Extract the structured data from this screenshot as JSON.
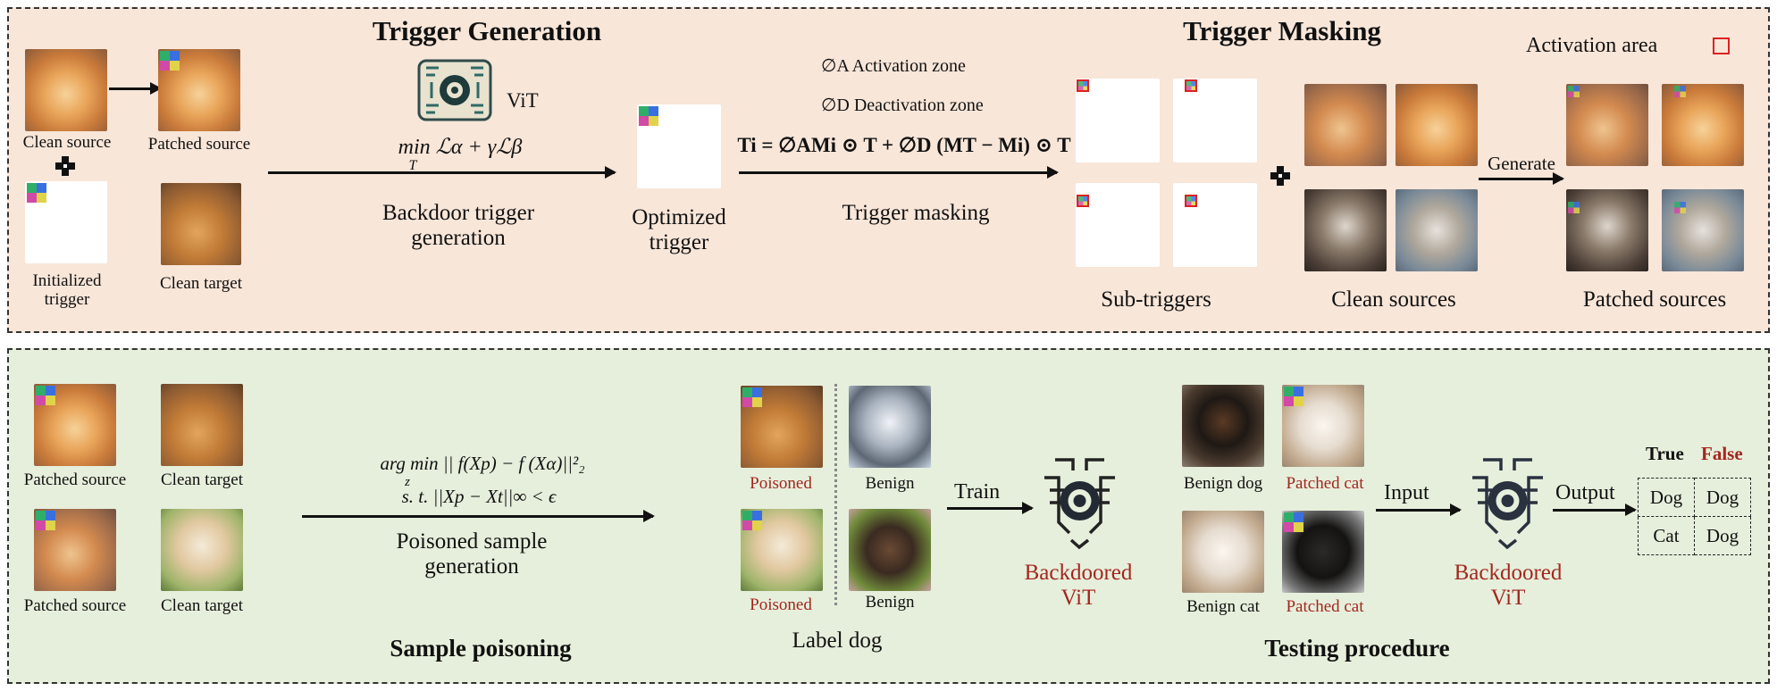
{
  "top": {
    "trigger_generation_title": "Trigger Generation",
    "trigger_masking_title": "Trigger Masking",
    "activation_area_label": "Activation  area",
    "clean_source": "Clean source",
    "patched_source": "Patched source",
    "initialized_trigger": "Initialized\ntrigger",
    "clean_target": "Clean target",
    "vit_label": "ViT",
    "min_objective": "min ℒα + γℒβ",
    "min_subscript": "T",
    "backdoor_trigger_generation": "Backdoor trigger\ngeneration",
    "optimized_trigger": "Optimized\ntrigger",
    "phi_a_label": "∅A  Activation zone",
    "phi_d_label": "∅D  Deactivation zone",
    "masking_equation": "Ti = ∅AMi ⊙ T + ∅D (MT − Mi) ⊙ T",
    "trigger_masking_label": "Trigger masking",
    "sub_triggers": "Sub-triggers",
    "clean_sources": "Clean sources",
    "generate": "Generate",
    "patched_sources": "Patched sources"
  },
  "bottom": {
    "patched_source_1": "Patched source",
    "clean_target_1": "Clean target",
    "patched_source_2": "Patched source",
    "clean_target_2": "Clean target",
    "argmin_equation": "arg min || f(Xp) − f (Xα)||²₂",
    "argmin_subscript": "z",
    "constraint": "s. t. ||Xp − Xt||∞ < ϵ",
    "poisoned_sample_generation": "Poisoned sample\ngeneration",
    "sample_poisoning_title": "Sample poisoning",
    "poisoned_1": "Poisoned",
    "poisoned_2": "Poisoned",
    "benign_1": "Benign",
    "benign_2": "Benign",
    "label_dog": "Label dog",
    "train": "Train",
    "backdoored_vit_1": "Backdoored\nViT",
    "benign_dog": "Benign dog",
    "patched_cat_1": "Patched cat",
    "benign_cat": "Benign cat",
    "patched_cat_2": "Patched cat",
    "input": "Input",
    "backdoored_vit_2": "Backdoored\nViT",
    "output": "Output",
    "true_header": "True",
    "false_header": "False",
    "testing_procedure_title": "Testing procedure",
    "table": [
      [
        "Dog",
        "Dog"
      ],
      [
        "Cat",
        "Dog"
      ]
    ]
  }
}
